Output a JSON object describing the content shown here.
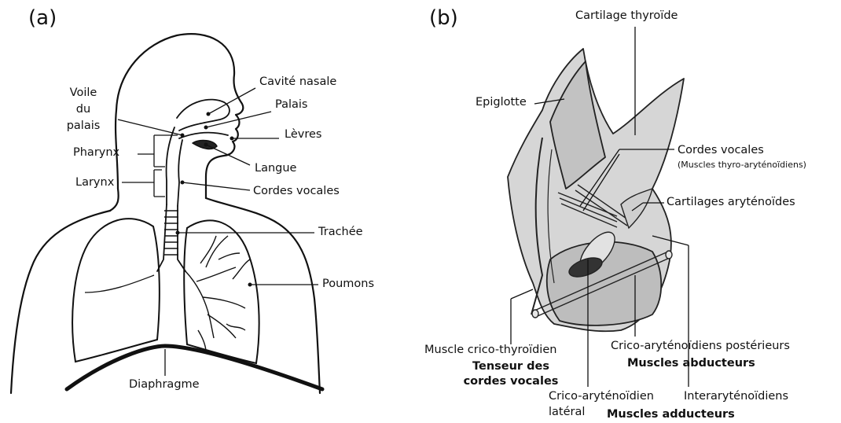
{
  "panels": {
    "a": "(a)",
    "b": "(b)"
  },
  "labels_a": {
    "cavite_nasale": "Cavité nasale",
    "palais": "Palais",
    "levres": "Lèvres",
    "langue": "Langue",
    "cordes_vocales": "Cordes vocales",
    "trachee": "Trachée",
    "poumons": "Poumons",
    "diaphragme": "Diaphragme",
    "voile_line1": "Voile",
    "voile_line2": "du",
    "voile_line3": "palais",
    "pharynx": "Pharynx",
    "larynx": "Larynx"
  },
  "labels_b": {
    "cartilage_thyroide": "Cartilage thyroïde",
    "epiglotte": "Epiglotte",
    "cordes_vocales": "Cordes vocales",
    "cordes_vocales_sub": "(Muscles thyro-aryténoïdiens)",
    "cartilages_arytenoides": "Cartilages aryténoïdes",
    "muscle_crico_thyroidien": "Muscle crico-thyroïdien",
    "tenseur_line1": "Tenseur des",
    "tenseur_line2": "cordes vocales",
    "crico_post": "Crico-aryténoïdiens postérieurs",
    "muscles_abducteurs": "Muscles abducteurs",
    "crico_lat_line1": "Crico-aryténoïdien",
    "crico_lat_line2": "latéral",
    "interarytenoidiens": "Interaryténoïdiens",
    "muscles_adducteurs": "Muscles adducteurs"
  }
}
